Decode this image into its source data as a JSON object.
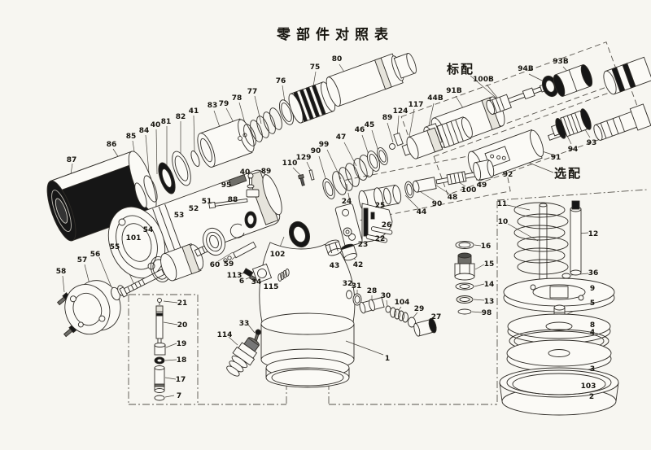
{
  "title": "零部件对照表",
  "groups": {
    "standard": "标配",
    "optional": "选配"
  },
  "callouts": {
    "1": "1",
    "2": "2",
    "3": "3",
    "4": "4",
    "5": "5",
    "6": "6",
    "7": "7",
    "8": "8",
    "9": "9",
    "10": "10",
    "11": "11",
    "12": "12",
    "13": "13",
    "14": "14",
    "15": "15",
    "16": "16",
    "17": "17",
    "18": "18",
    "19": "19",
    "20": "20",
    "21": "21",
    "22": "22",
    "23": "23",
    "24": "24",
    "25": "25",
    "26": "26",
    "27": "27",
    "28": "28",
    "29": "29",
    "30": "30",
    "31": "31",
    "32": "32",
    "33": "33",
    "34": "34",
    "36": "36",
    "41": "41",
    "42": "42",
    "43": "43",
    "44": "44",
    "45": "45",
    "46": "46",
    "47": "47",
    "48": "48",
    "49": "49",
    "51": "51",
    "52": "52",
    "53": "53",
    "54": "54",
    "55": "55",
    "56": "56",
    "57": "57",
    "58": "58",
    "59": "59",
    "60": "60",
    "75": "75",
    "76": "76",
    "77": "77",
    "78": "78",
    "79": "79",
    "80": "80",
    "81": "81",
    "82": "82",
    "83": "83",
    "84": "84",
    "85": "85",
    "86": "86",
    "87": "87",
    "88": "88",
    "91": "91",
    "92": "92",
    "93": "93",
    "94": "94",
    "95": "95",
    "98": "98",
    "99": "99",
    "100": "100",
    "101": "101",
    "102": "102",
    "103": "103",
    "104": "104",
    "110": "110",
    "113": "113",
    "114": "114",
    "115": "115",
    "117": "117",
    "124": "124",
    "129": "129",
    "40a": "40",
    "40b": "40",
    "89a": "89",
    "89b": "89",
    "90a": "90",
    "90b": "90",
    "44B": "44B",
    "91B": "91B",
    "93B": "93B",
    "94B": "94B",
    "100B": "100B"
  }
}
